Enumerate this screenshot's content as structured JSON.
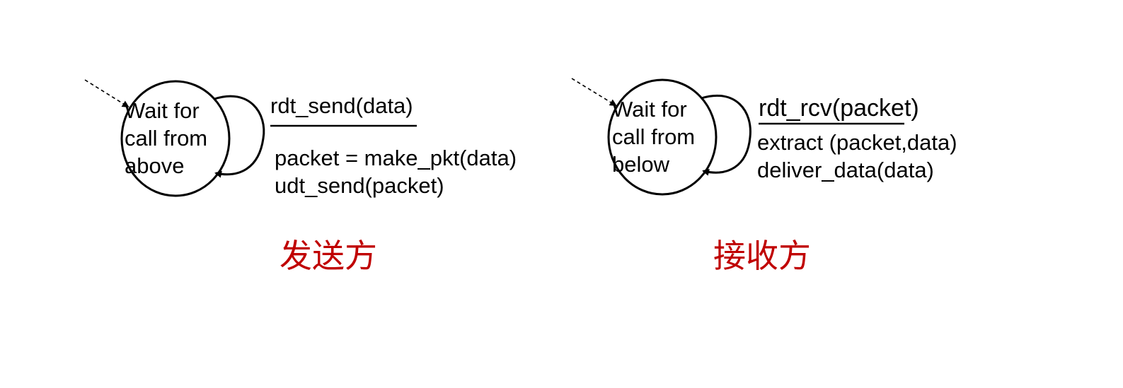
{
  "colors": {
    "stroke": "#000000",
    "text": "#000000",
    "accent_label": "#c00000",
    "background": "#ffffff"
  },
  "sender": {
    "state_lines": [
      "Wait for",
      "call from",
      "above"
    ],
    "event": "rdt_send(data)",
    "actions": [
      "packet = make_pkt(data)",
      "udt_send(packet)"
    ],
    "label": "发送方"
  },
  "receiver": {
    "state_lines": [
      "Wait for",
      "call from",
      "below"
    ],
    "event": "rdt_rcv(packet)",
    "actions": [
      "extract (packet,data)",
      "deliver_data(data)"
    ],
    "label": "接收方"
  }
}
